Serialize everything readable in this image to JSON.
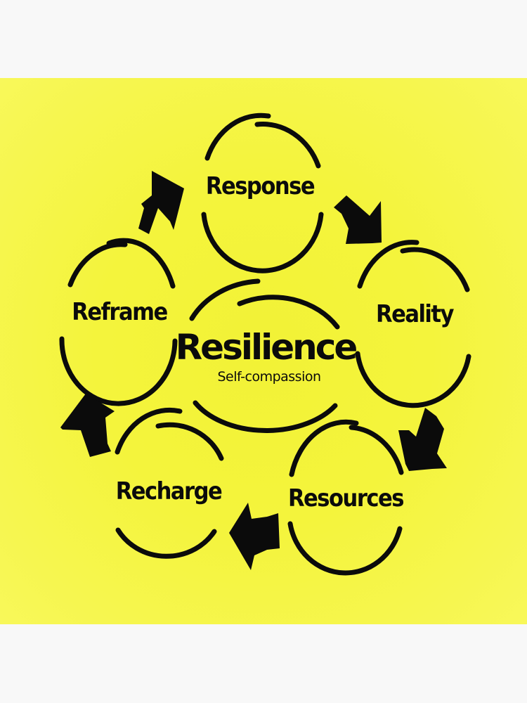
{
  "diagram": {
    "type": "cycle",
    "background_color": "#f4f43c",
    "page_color": "#f8f8f8",
    "ink_color": "#0b0b0b",
    "center": {
      "title": "Resilience",
      "subtitle": "Self-compassion"
    },
    "nodes": [
      {
        "id": "response",
        "label": "Response"
      },
      {
        "id": "reality",
        "label": "Reality"
      },
      {
        "id": "resources",
        "label": "Resources"
      },
      {
        "id": "recharge",
        "label": "Recharge"
      },
      {
        "id": "reframe",
        "label": "Reframe"
      }
    ],
    "edges": [
      {
        "from": "Response",
        "to": "Reality",
        "icon": "arrow-down-right-icon"
      },
      {
        "from": "Reality",
        "to": "Resources",
        "icon": "arrow-down-icon"
      },
      {
        "from": "Resources",
        "to": "Recharge",
        "icon": "arrow-left-icon"
      },
      {
        "from": "Recharge",
        "to": "Reframe",
        "icon": "arrow-up-icon"
      },
      {
        "from": "Reframe",
        "to": "Response",
        "icon": "arrow-up-right-icon"
      }
    ]
  }
}
